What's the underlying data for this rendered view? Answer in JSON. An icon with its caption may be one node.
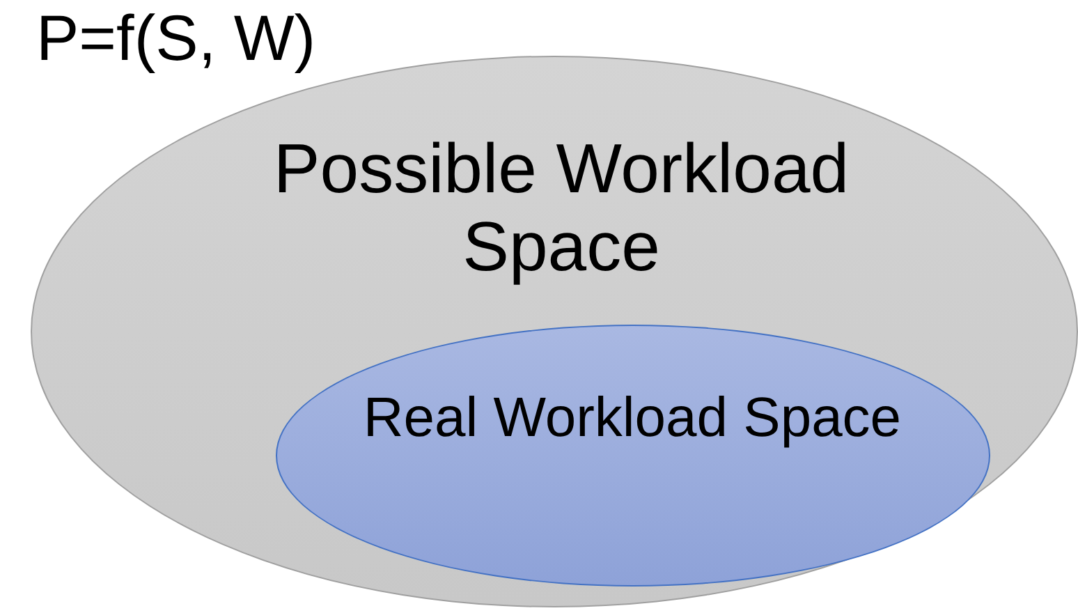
{
  "diagram": {
    "nodes": [
      {
        "text": [
          "Possible Workload Space"
        ]
      },
      {
        "text": [
          "Real Workload Space"
        ],
        "in": 0
      }
    ],
    "labels": [
      "P=f(S, W)"
    ]
  }
}
